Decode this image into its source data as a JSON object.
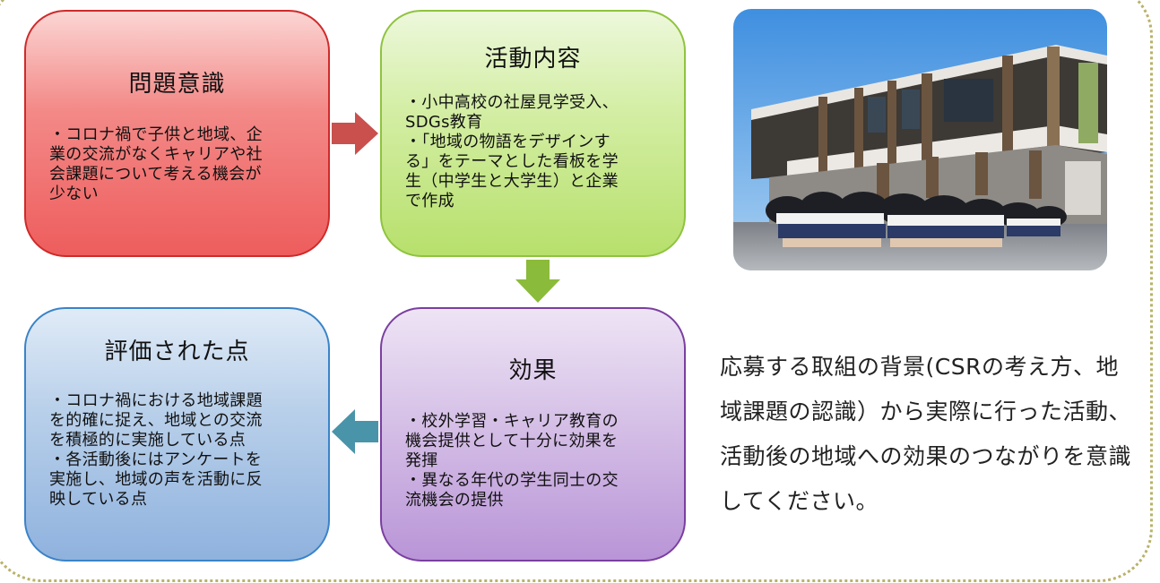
{
  "cards": {
    "problem": {
      "title": "問題意識",
      "body": "・コロナ禍で子供と地域、企\n業の交流がなくキャリアや社\n会課題について考える機会が\n少ない"
    },
    "activity": {
      "title": "活動内容",
      "body": "・小中高校の社屋見学受入、\nSDGs教育\n・「地域の物語をデザインす\nる」をテーマとした看板を学\n生（中学生と大学生）と企業\nで作成"
    },
    "evaluation": {
      "title": "評価された点",
      "body": "・コロナ禍における地域課題\nを的確に捉え、地域との交流\nを積極的に実施している点\n・各活動後にはアンケートを\n実施し、地域の声を活動に反\n映している点"
    },
    "effect": {
      "title": "効果",
      "body": "・校外学習・キャリア教育の\n機会提供として十分に効果を\n発揮\n・異なる年代の学生同士の交\n流機会の提供"
    }
  },
  "note": "応募する取組の背景(CSRの考え方、地域課題の認識）から実際に行った活動、活動後の地域への効果のつながりを意識してください。",
  "colors": {
    "arrow_right": "#c9504d",
    "arrow_down": "#8bbb3a",
    "arrow_left": "#4a94aa",
    "border_dots": "#b9b26a"
  }
}
